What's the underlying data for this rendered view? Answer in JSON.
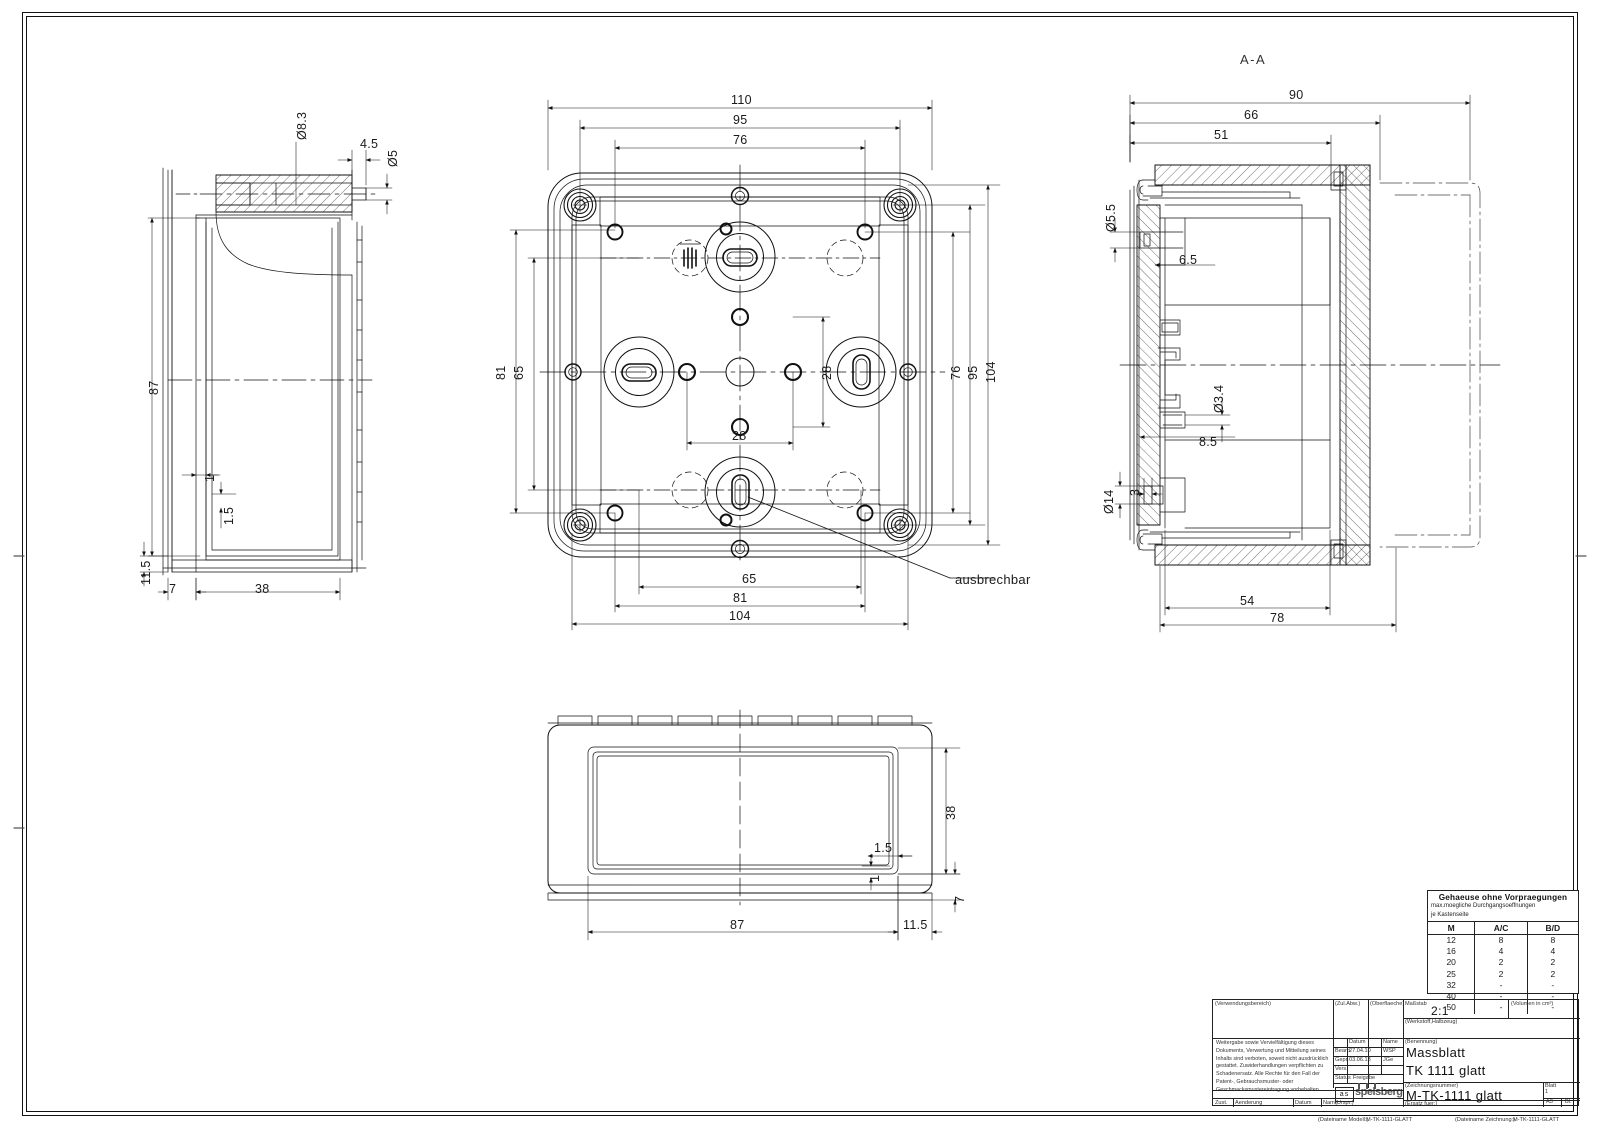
{
  "sheet": {
    "view_labels": {
      "section_aa": "A-A"
    },
    "annotations": {
      "breakout": "ausbrechbar"
    }
  },
  "views": {
    "left_section": {
      "name": "left-side-section-view",
      "dims": [
        "Ø8.3",
        "4.5",
        "Ø5",
        "87",
        "1",
        "1.5",
        "11.5",
        "7",
        "38"
      ]
    },
    "top_view": {
      "name": "top-view",
      "dims_top": [
        "110",
        "95",
        "76"
      ],
      "dims_left": [
        "81",
        "65"
      ],
      "dims_right": [
        "76",
        "95",
        "104"
      ],
      "dims_center": [
        "28",
        "28"
      ],
      "dims_bottom": [
        "65",
        "81",
        "104"
      ]
    },
    "section_aa": {
      "name": "section-a-a-view",
      "dims_top": [
        "90",
        "66",
        "51"
      ],
      "dims_left": [
        "Ø5.5",
        "6.5",
        "Ø3.4",
        "8.5",
        "Ø14",
        "3"
      ],
      "dims_bottom": [
        "54",
        "78"
      ]
    },
    "bottom_view": {
      "name": "bottom-view",
      "dims": [
        "38",
        "1.5",
        "1",
        "7",
        "87",
        "11.5"
      ]
    }
  },
  "breakout_table": {
    "title": "Gehaeuse ohne Vorpraegungen",
    "subtitle_line1": "max.moegliche Durchgangsoeffnungen",
    "subtitle_line2": "je Kastenseite",
    "headers": [
      "M",
      "A/C",
      "B/D"
    ],
    "rows": [
      [
        "12",
        "8",
        "8"
      ],
      [
        "16",
        "4",
        "4"
      ],
      [
        "20",
        "2",
        "2"
      ],
      [
        "25",
        "2",
        "2"
      ],
      [
        "32",
        "-",
        "-"
      ],
      [
        "40",
        "-",
        "-"
      ],
      [
        "50",
        "-",
        "-"
      ]
    ]
  },
  "title_block": {
    "verwendungsbereich_caption": "(Verwendungsbereich)",
    "zul_abw_caption": "(Zul.Abw.)",
    "oberflaeche_caption": "(Oberflaeche)",
    "massstab_caption": "Maßstab",
    "massstab_value": "2:1",
    "volumen_caption": "(Volumen in cm³)",
    "werkstoff_caption": "(Werkstoff,Halbzeug)",
    "benennung_caption": "(Benennung)",
    "benennung_line1": "Massblatt",
    "benennung_line2": "TK 1111 glatt",
    "zeichnungsnummer_caption": "(Zeichnungsnummer)",
    "zeichnungsnummer_value": "M-TK-1111 glatt",
    "ersatz_caption": "(Ersatz fuer:)",
    "blatt_caption": "Blatt",
    "blatt_value": "1",
    "blatt_sub_left": "A3",
    "blatt_sub_right": "Bl.",
    "legal_text": "Weitergabe sowie Vervielfältigung dieses Dokuments, Verwertung und Mitteilung seines Inhalts sind verboten, soweit nicht ausdrücklich gestattet. Zuwiderhandlungen verpflichten zu Schadenersatz. Alle Rechte für den Fall der Patent-, Gebrauchsmuster- oder Geschmacksmustereintragung vorbehalten.",
    "rev_headers": [
      "Zust.",
      "Aenderung",
      "Datum",
      "Name",
      "(Urspr.)"
    ],
    "col_headers": [
      "",
      "Datum",
      "Name"
    ],
    "rows": [
      {
        "label": "Bearb.",
        "datum": "27.04.10",
        "name": "WSP"
      },
      {
        "label": "Gepr.",
        "datum": "03.06.13",
        "name": "JGe"
      },
      {
        "label": "Vers.",
        "datum": "",
        "name": ""
      }
    ],
    "status_label": "Status",
    "status_value": "Freigabe",
    "company_logo": "spelsberg",
    "company_mark": "as",
    "footer_model_caption": "(Dateiname Modell:)",
    "footer_model_value": "M-TK-1111-GLATT",
    "footer_drawing_caption": "(Dateiname Zeichnung:)",
    "footer_drawing_value": "M-TK-1111-GLATT"
  }
}
